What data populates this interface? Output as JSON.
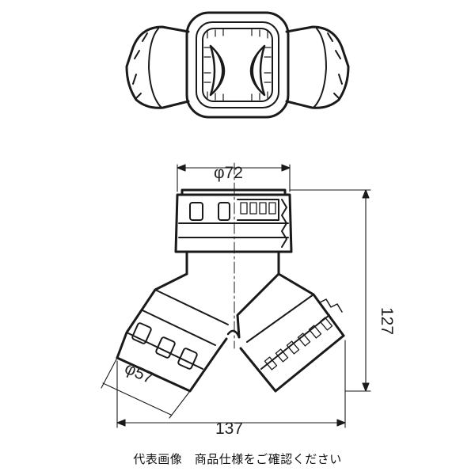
{
  "dimensions": {
    "top_diameter": "φ72",
    "height": "127",
    "branch_diameter": "φ57",
    "width": "137"
  },
  "caption": "代表画像　商品仕様をご確認ください"
}
